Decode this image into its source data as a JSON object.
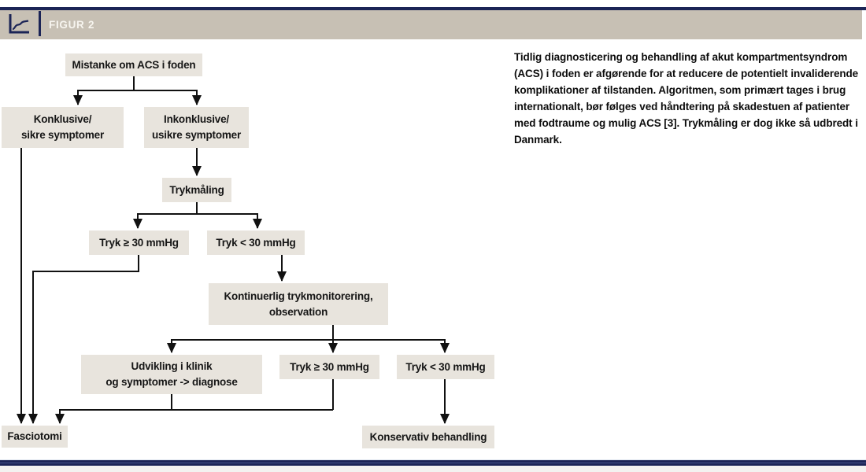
{
  "header": {
    "figure_label": "FIGUR 2",
    "icon": "line-chart-icon"
  },
  "caption": {
    "text": "Tidlig diagnosticering og behandling af akut kompartmentsyndrom (ACS) i foden er afgørende for at reducere de potentielt invaliderende komplikationer af tilstanden. Algoritmen, som primært tages i brug internationalt, bør følges ved håndtering på skadestuen af patienter med fodtraume og mulig ACS [3]. Trykmåling er dog ikke så udbredt i Danmark."
  },
  "flowchart": {
    "nodes": {
      "mistanke": {
        "label": "Mistanke om ACS i foden"
      },
      "konklusive": {
        "line1": "Konklusive/",
        "line2": "sikre symptomer"
      },
      "inkonklusive": {
        "line1": "Inkonklusive/",
        "line2": "usikre symptomer"
      },
      "trykmaaling": {
        "label": "Trykmåling"
      },
      "tryk_over_30_a": {
        "label": "Tryk ≥ 30 mmHg"
      },
      "tryk_under_30_a": {
        "label": "Tryk < 30 mmHg"
      },
      "monitorering": {
        "line1": "Kontinuerlig trykmonitorering,",
        "line2": "observation"
      },
      "udvikling": {
        "line1": "Udvikling i klinik",
        "line2": "og symptomer -> diagnose"
      },
      "tryk_over_30_b": {
        "label": "Tryk ≥ 30 mmHg"
      },
      "tryk_under_30_b": {
        "label": "Tryk < 30 mmHg"
      },
      "fasciotomi": {
        "label": "Fasciotomi"
      },
      "konservativ": {
        "label": "Konservativ behandling"
      }
    },
    "edges": [
      {
        "from": "mistanke",
        "to": "konklusive"
      },
      {
        "from": "mistanke",
        "to": "inkonklusive"
      },
      {
        "from": "inkonklusive",
        "to": "trykmaaling"
      },
      {
        "from": "trykmaaling",
        "to": "tryk_over_30_a"
      },
      {
        "from": "trykmaaling",
        "to": "tryk_under_30_a"
      },
      {
        "from": "tryk_under_30_a",
        "to": "monitorering"
      },
      {
        "from": "monitorering",
        "to": "udvikling"
      },
      {
        "from": "monitorering",
        "to": "tryk_over_30_b"
      },
      {
        "from": "monitorering",
        "to": "tryk_under_30_b"
      },
      {
        "from": "konklusive",
        "to": "fasciotomi"
      },
      {
        "from": "tryk_over_30_a",
        "to": "fasciotomi"
      },
      {
        "from": "udvikling",
        "to": "fasciotomi"
      },
      {
        "from": "tryk_over_30_b",
        "to": "fasciotomi"
      },
      {
        "from": "tryk_under_30_b",
        "to": "konservativ"
      }
    ]
  },
  "colors": {
    "navy": "#1b2456",
    "header_bar": "#c7c0b4",
    "node_fill": "#e8e4dd",
    "line": "#111111",
    "figure_label_text": "#f7f5ef"
  }
}
